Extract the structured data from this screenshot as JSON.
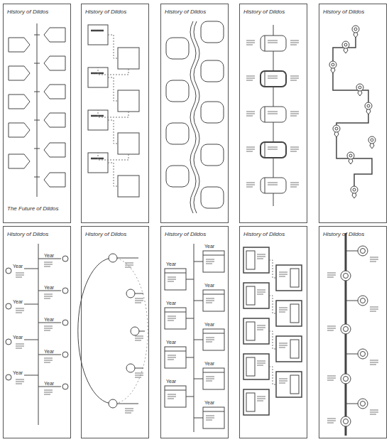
{
  "diagram": {
    "labels": [
      "History of Dildos",
      "The Future of Dildos",
      "History of Dildos",
      "History of Dildos",
      "History of Dildos",
      "History of Dildos",
      "History of Dildos",
      "History of Dildos",
      "History of Dildos",
      "History of Dildos",
      "History of Dildos",
      "Year",
      "Year",
      "Year",
      "Year",
      "Year",
      "Year",
      "Year",
      "Year",
      "Year",
      "Year",
      "Year",
      "Year",
      "Year",
      "Year",
      "Year",
      "Year",
      "Year",
      "Year"
    ]
  }
}
